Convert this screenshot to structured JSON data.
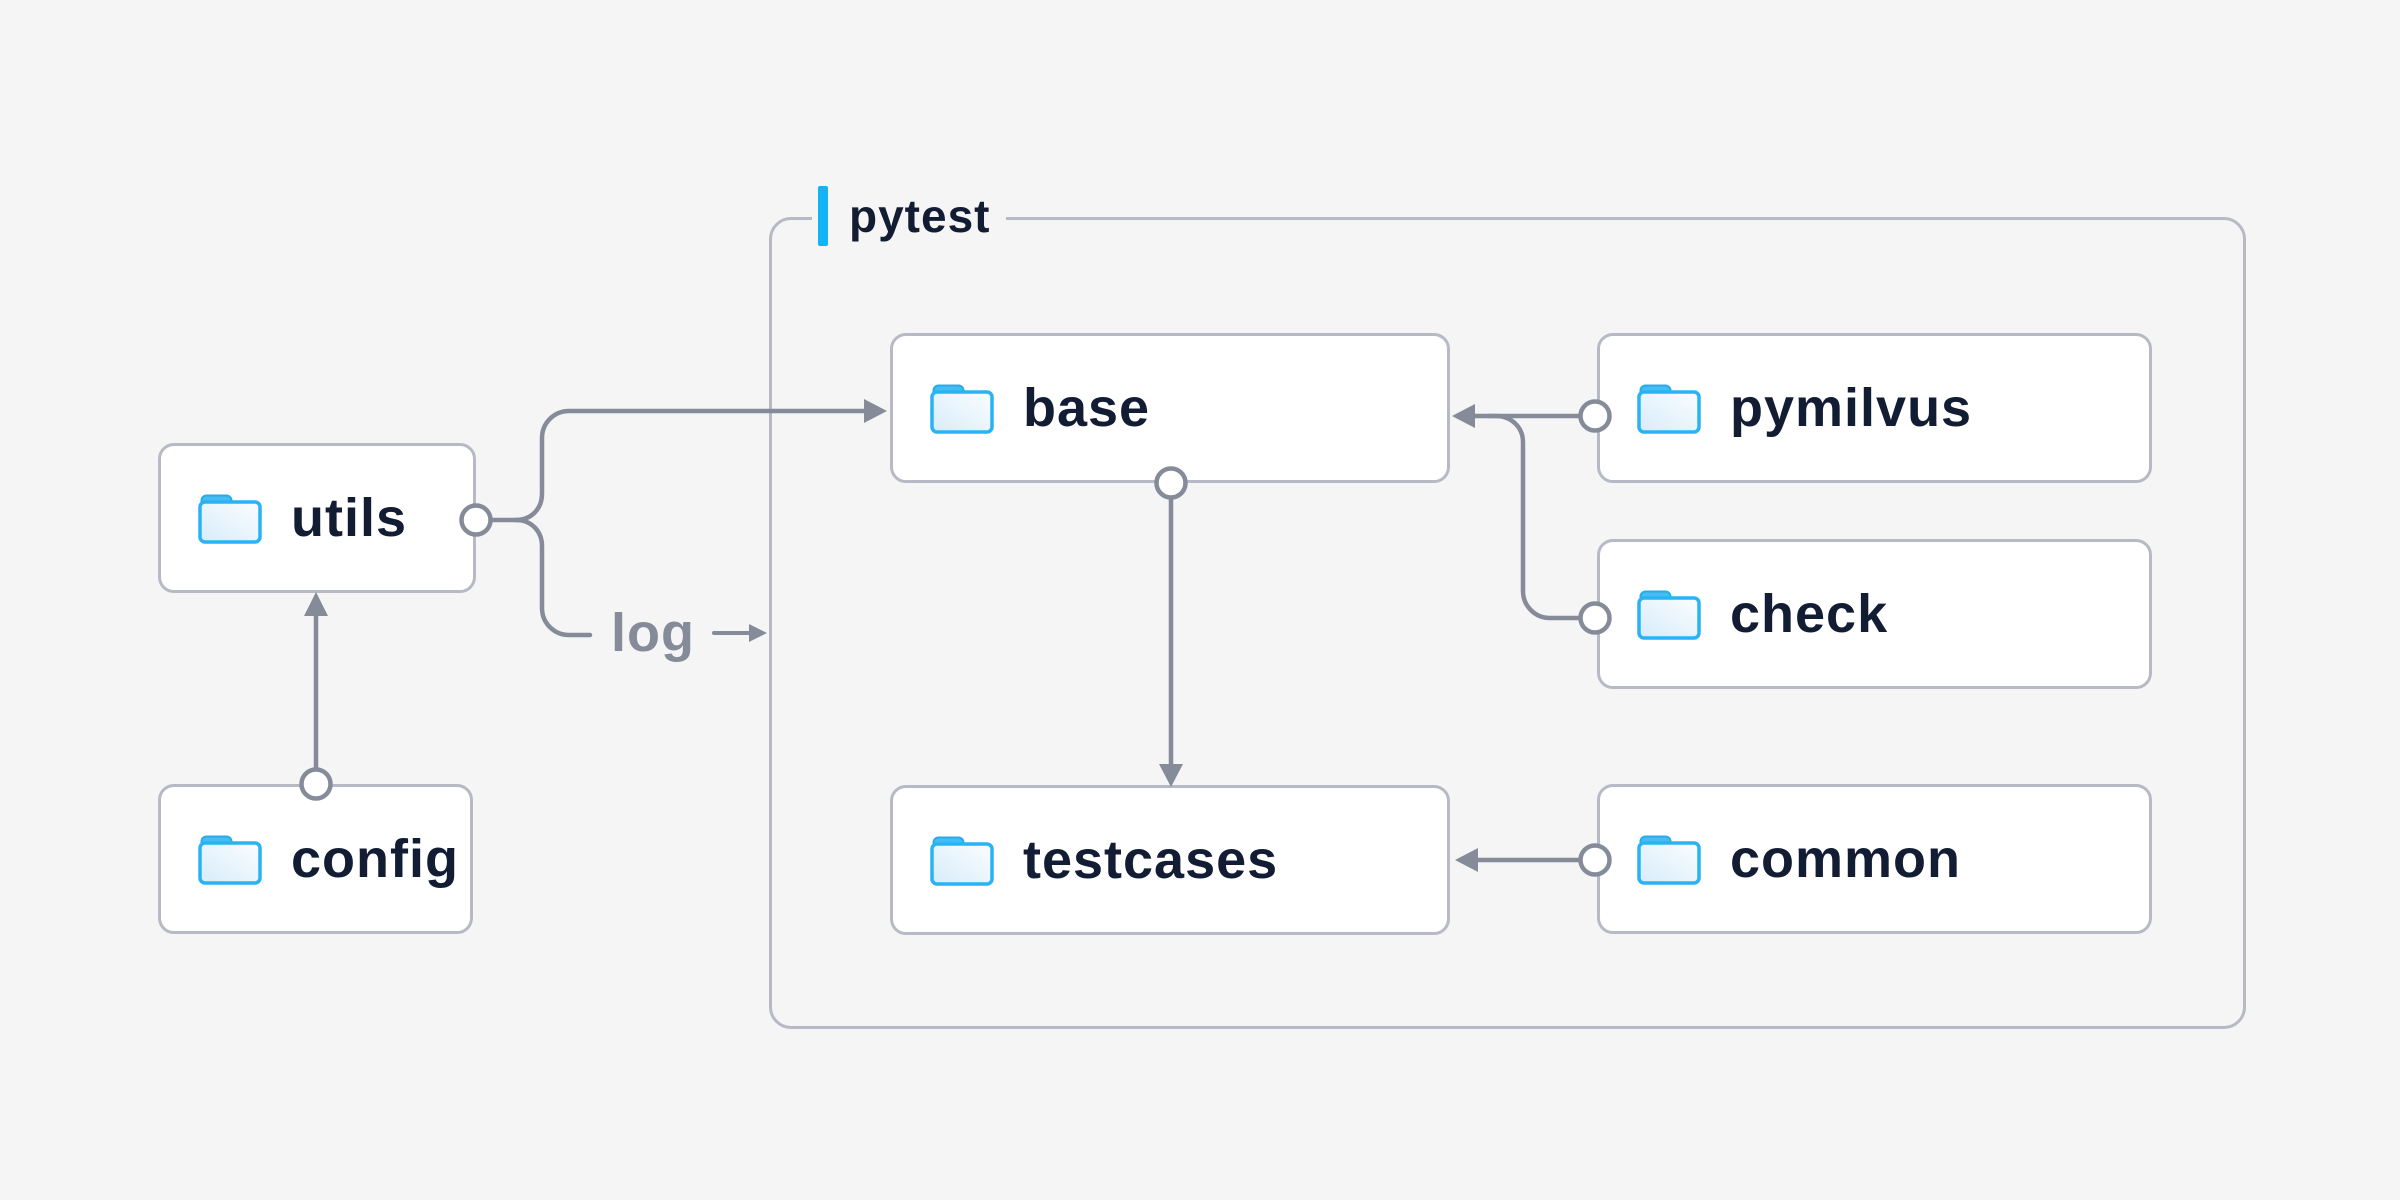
{
  "diagram": {
    "title_group": {
      "label": "pytest"
    },
    "nodes": {
      "utils": {
        "label": "utils"
      },
      "config": {
        "label": "config"
      },
      "base": {
        "label": "base"
      },
      "testcases": {
        "label": "testcases"
      },
      "pymilvus": {
        "label": "pymilvus"
      },
      "check": {
        "label": "check"
      },
      "common": {
        "label": "common"
      }
    },
    "log_edge": {
      "label": "log"
    },
    "edges": [
      {
        "from": "config",
        "to": "utils"
      },
      {
        "from": "utils",
        "to": "base"
      },
      {
        "from": "utils",
        "to": "log",
        "label": "log"
      },
      {
        "from": "base",
        "to": "testcases"
      },
      {
        "from": "pymilvus",
        "to": "base"
      },
      {
        "from": "check",
        "to": "base"
      },
      {
        "from": "common",
        "to": "testcases"
      }
    ],
    "colors": {
      "background": "#f5f5f6",
      "node_fill": "#ffffff",
      "node_border": "#b7bac4",
      "connector": "#868b99",
      "text": "#121c33",
      "accent_blue": "#14b3f3",
      "folder_blue": "#29b3f4",
      "log_text": "#868b99"
    }
  }
}
